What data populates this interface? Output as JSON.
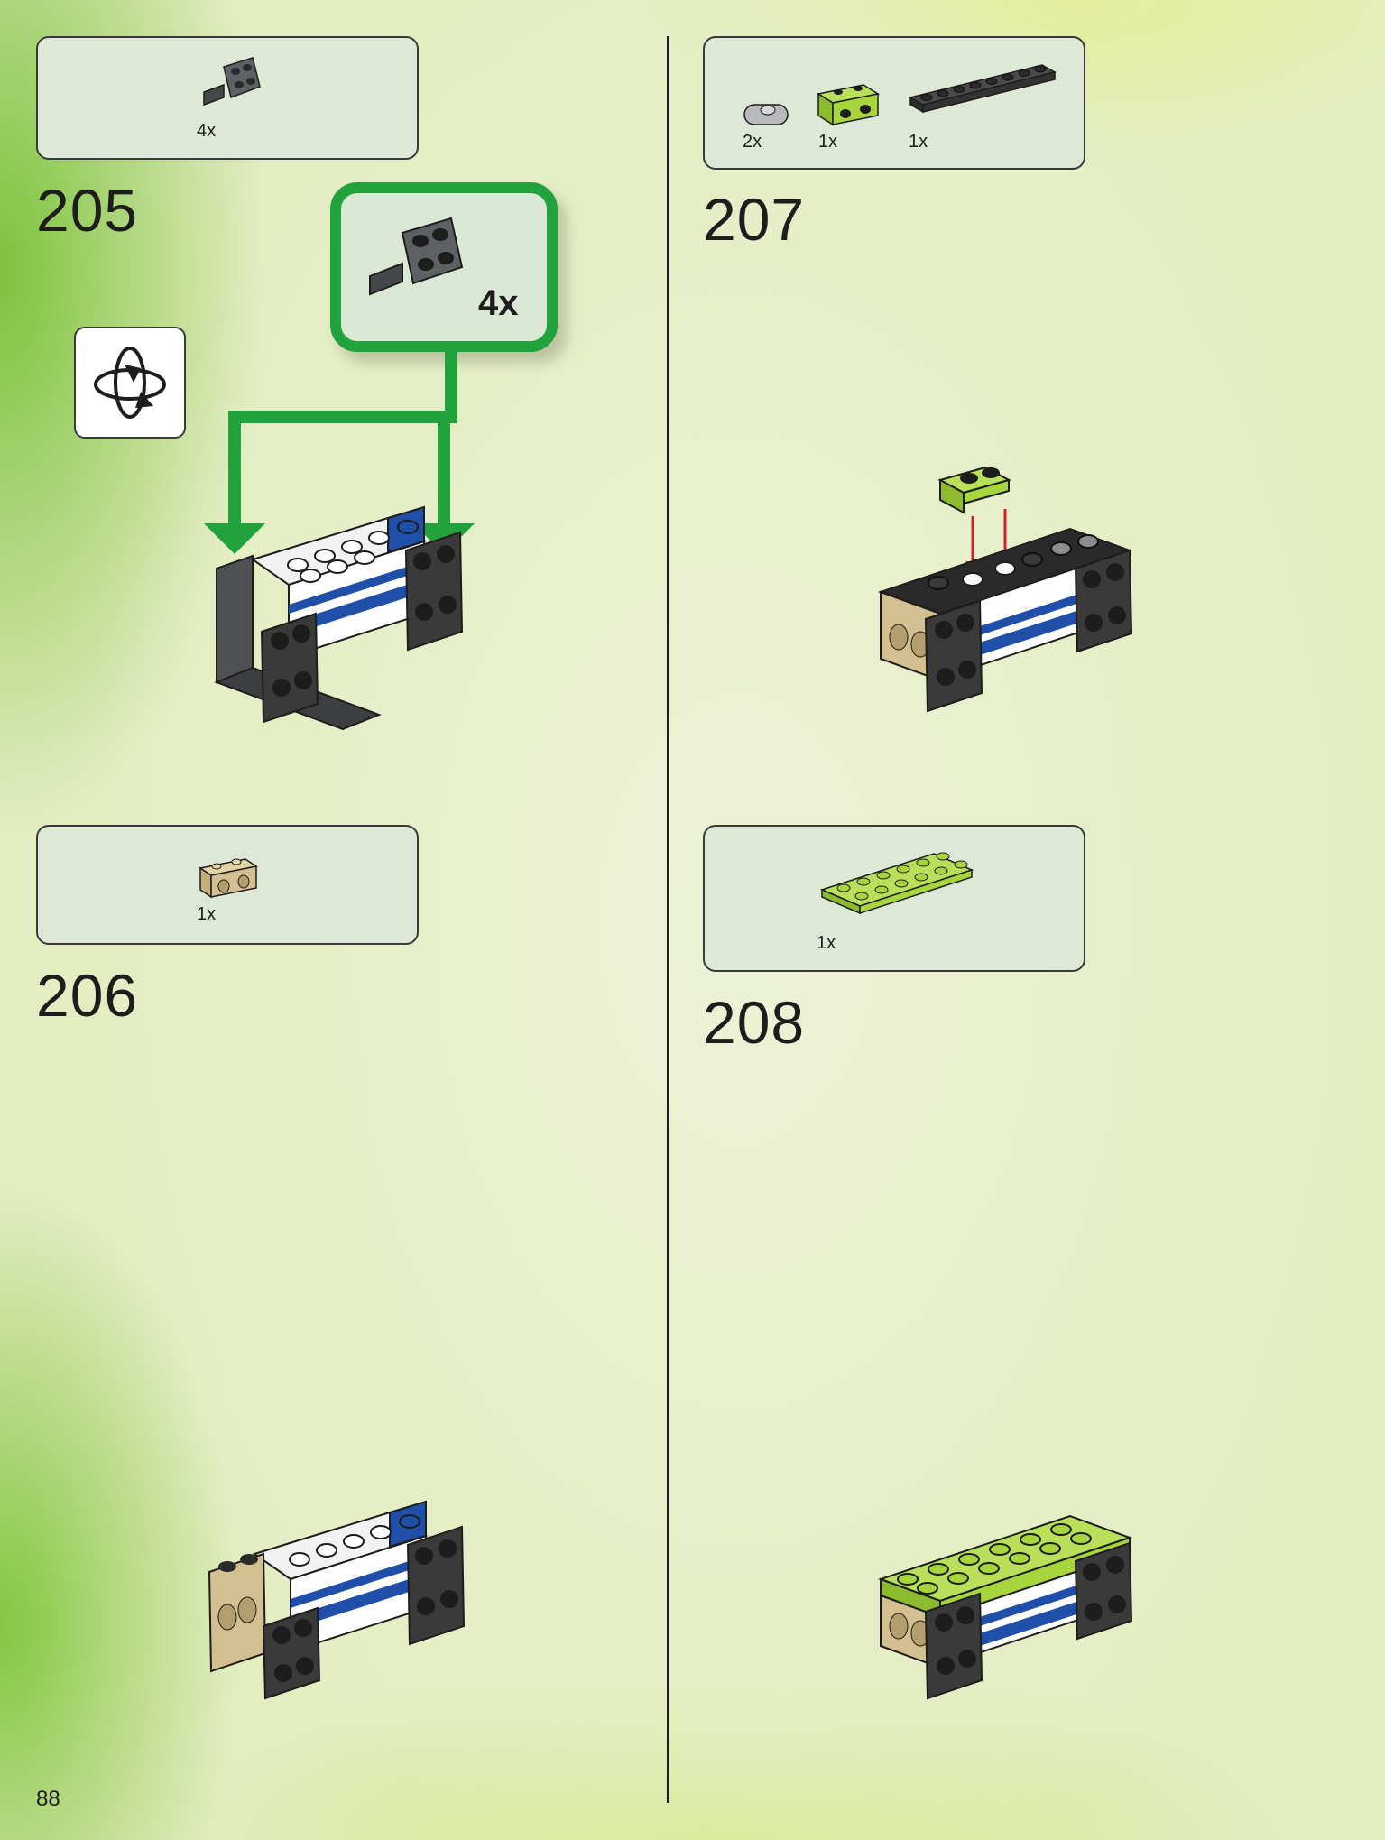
{
  "page": {
    "number": "88"
  },
  "steps": [
    {
      "number": "205",
      "parts": [
        {
          "qty": "4x",
          "part_icon": "dark-gray-bracket-icon"
        }
      ],
      "callout_qty": "4x"
    },
    {
      "number": "206",
      "parts": [
        {
          "qty": "1x",
          "part_icon": "tan-technic-brick-icon"
        }
      ]
    },
    {
      "number": "207",
      "parts": [
        {
          "qty": "2x",
          "part_icon": "light-gray-jumper-plate-icon"
        },
        {
          "qty": "1x",
          "part_icon": "lime-bracket-icon"
        },
        {
          "qty": "1x",
          "part_icon": "black-plate-1x8-icon"
        }
      ]
    },
    {
      "number": "208",
      "parts": [
        {
          "qty": "1x",
          "part_icon": "lime-plate-2x6-icon"
        }
      ]
    }
  ],
  "colors": {
    "accent_green": "#22a23c",
    "arrow_red": "#d0202a",
    "lime": "#a6d63c",
    "dark_gray": "#5a5c5e",
    "black_brick": "#2a2a2a",
    "blue": "#1f4fa8",
    "tan": "#d3bf8f"
  }
}
